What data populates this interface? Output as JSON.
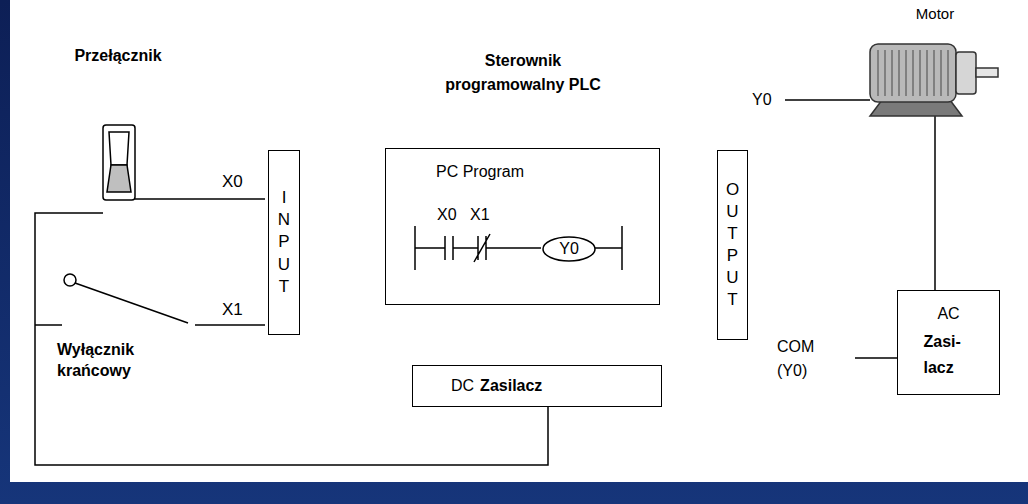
{
  "diagram": {
    "nodes": [
      {
        "text": [
          "INPUT"
        ]
      },
      {
        "text": [
          "Sterownik programowalny PLC",
          "PC Program"
        ]
      },
      {
        "text": [
          "Y0"
        ],
        "in": 1
      },
      {
        "text": [
          "OUTPUT"
        ]
      },
      {
        "text": [
          "DC",
          "Zasilacz"
        ]
      },
      {
        "text": [
          "AC",
          "Zasi- lacz"
        ]
      }
    ],
    "labels": [
      "Przełącznik",
      "X0",
      "X1",
      "Wyłącznik krańcowy",
      "X0",
      "X1",
      "Motor",
      "Y0",
      "COM (Y0)"
    ]
  }
}
